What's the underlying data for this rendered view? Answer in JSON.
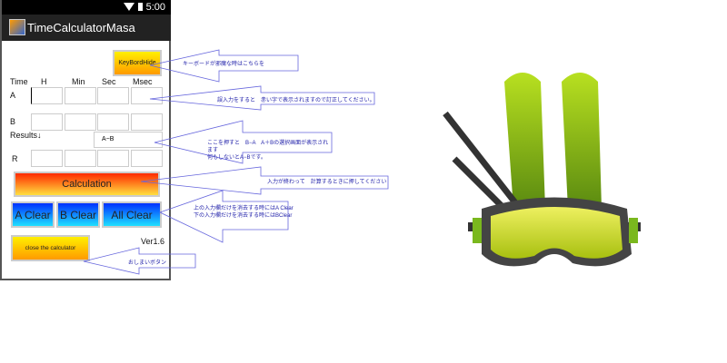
{
  "status": {
    "time": "5:00"
  },
  "app": {
    "title": "TimeCalculatorMasa"
  },
  "buttons": {
    "keyboard": "KeyBordHide",
    "calculation": "Calculation",
    "a_clear": "A Clear",
    "b_clear": "B Clear",
    "all_clear": "All Clear",
    "close": "close the calculator"
  },
  "headers": {
    "time": "Time",
    "h": "H",
    "min": "Min",
    "sec": "Sec",
    "msec": "Msec"
  },
  "rows": {
    "a": "A",
    "b": "B",
    "results": "Results↓",
    "r": "R"
  },
  "mode_field": "A−B",
  "version": "Ver1.6",
  "notes": {
    "keyboard": "キーボードが邪魔な時はこちらを",
    "input": "誤入力をすると　赤い字で表示されますので訂正してください。",
    "mode": "ここを押すと　B−A　A＋Bの選択画面が表示されます",
    "mode2": "何もしないとA−Bです。",
    "calc": "入力が終わって　計算するときに押してください",
    "clear1": "上の入力欄だけを消去する時にはA Clear",
    "clear2": "下の入力欄だけを消去する時にはBClear",
    "close": "おしまいボタン"
  },
  "colors": {
    "note": "#2222aa",
    "arrow": "#6666dd"
  }
}
